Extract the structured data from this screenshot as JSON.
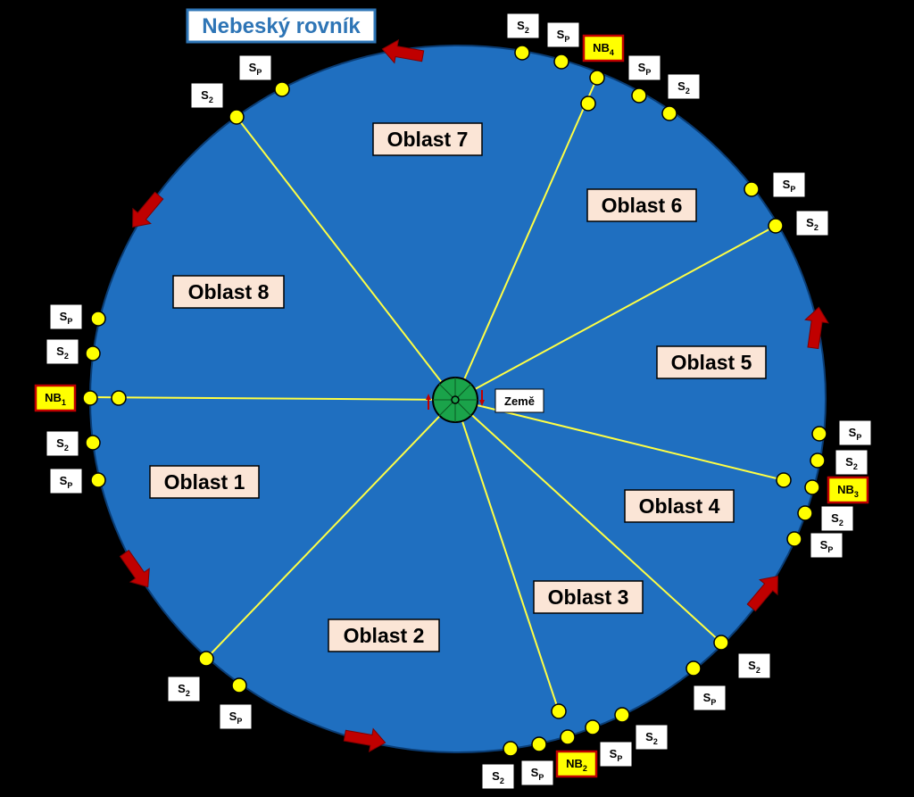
{
  "title": "Nebeský rovník",
  "earth_label": "Země",
  "regions": [
    "Oblast 1",
    "Oblast 2",
    "Oblast 3",
    "Oblast 4",
    "Oblast 5",
    "Oblast 6",
    "Oblast 7",
    "Oblast 8"
  ],
  "markers": {
    "s2": "S",
    "s2_sub": "2",
    "sp": "S",
    "sp_sub": "P",
    "nb": "NB",
    "nb_subs": [
      "1",
      "2",
      "3",
      "4"
    ]
  },
  "colors": {
    "background": "#000000",
    "disc": "#1f6fc0",
    "spoke": "#ffff44",
    "dot": "#ffff00",
    "earth": "#1aa34a",
    "arrow": "#c00000",
    "title": "#2e75b6",
    "region_label_fill": "#fbe5d6"
  }
}
